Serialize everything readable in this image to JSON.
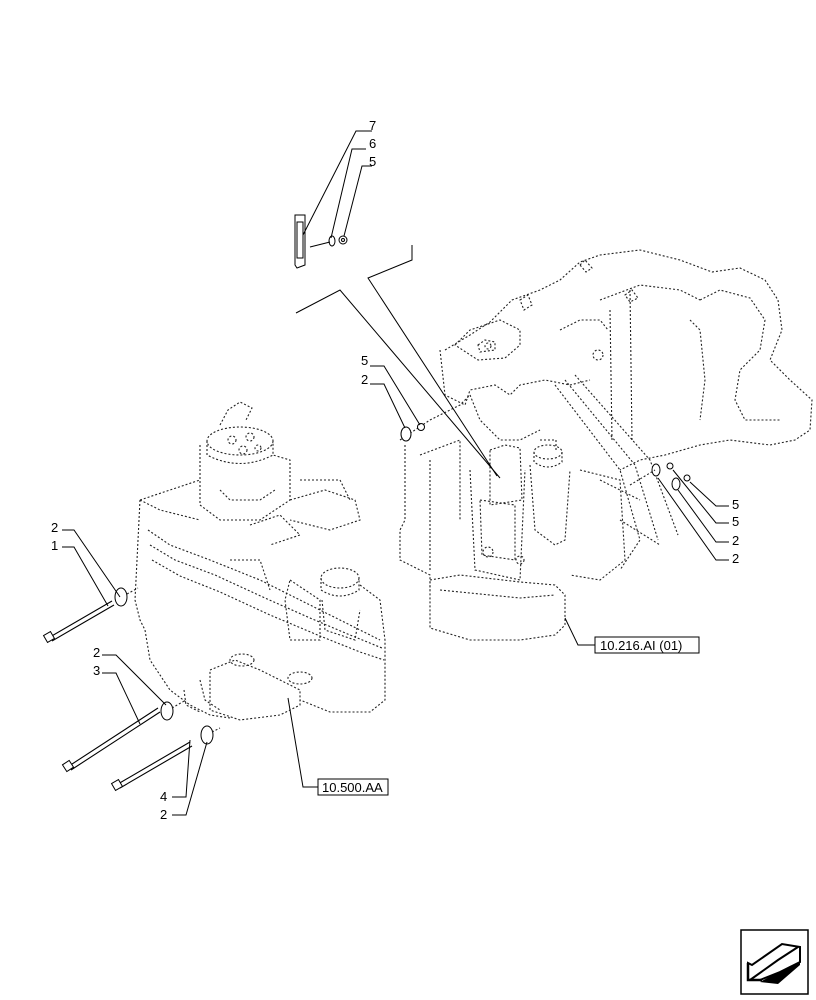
{
  "callouts": {
    "c7": "7",
    "c6": "6",
    "c5a": "5",
    "c5b": "5",
    "c2a": "2",
    "c5c": "5",
    "c5d": "5",
    "c2b": "2",
    "c2c": "2",
    "c2d": "2",
    "c1": "1",
    "c2e": "2",
    "c3": "3",
    "c4": "4",
    "c2f": "2"
  },
  "references": {
    "front_weight": "10.500.AA",
    "rear_housing": "10.216.AI (01)"
  },
  "nav_icon": "arrow-down-left-icon"
}
